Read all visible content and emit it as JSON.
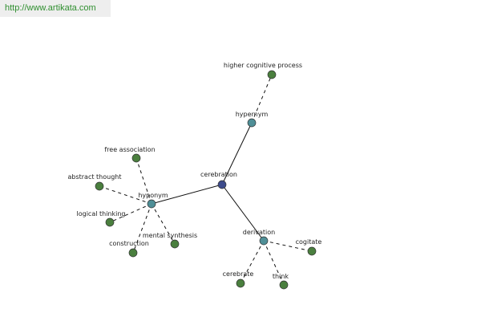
{
  "site_url": "http://www.artikata.com",
  "colors": {
    "center_node": "#3d4b8c",
    "relation_node": "#4f8f97",
    "leaf_node": "#4a7f3e",
    "edge": "#111111",
    "banner_bg": "#eeeeee",
    "banner_text": "#2f8f2f"
  },
  "graph": {
    "center": {
      "id": "cerebration",
      "label": "cerebration"
    },
    "relations": [
      {
        "id": "hypernym",
        "label": "hypernym",
        "terms": [
          {
            "id": "higher-cognitive-process",
            "label": "higher cognitive process"
          }
        ]
      },
      {
        "id": "hyponym",
        "label": "hyponym",
        "terms": [
          {
            "id": "free-association",
            "label": "free association"
          },
          {
            "id": "abstract-thought",
            "label": "abstract thought"
          },
          {
            "id": "logical-thinking",
            "label": "logical thinking"
          },
          {
            "id": "construction",
            "label": "construction"
          },
          {
            "id": "mental-synthesis",
            "label": "mental synthesis"
          }
        ]
      },
      {
        "id": "derivation",
        "label": "derivation",
        "terms": [
          {
            "id": "cogitate",
            "label": "cogitate"
          },
          {
            "id": "cerebrate",
            "label": "cerebrate"
          },
          {
            "id": "think",
            "label": "think"
          }
        ]
      }
    ]
  }
}
